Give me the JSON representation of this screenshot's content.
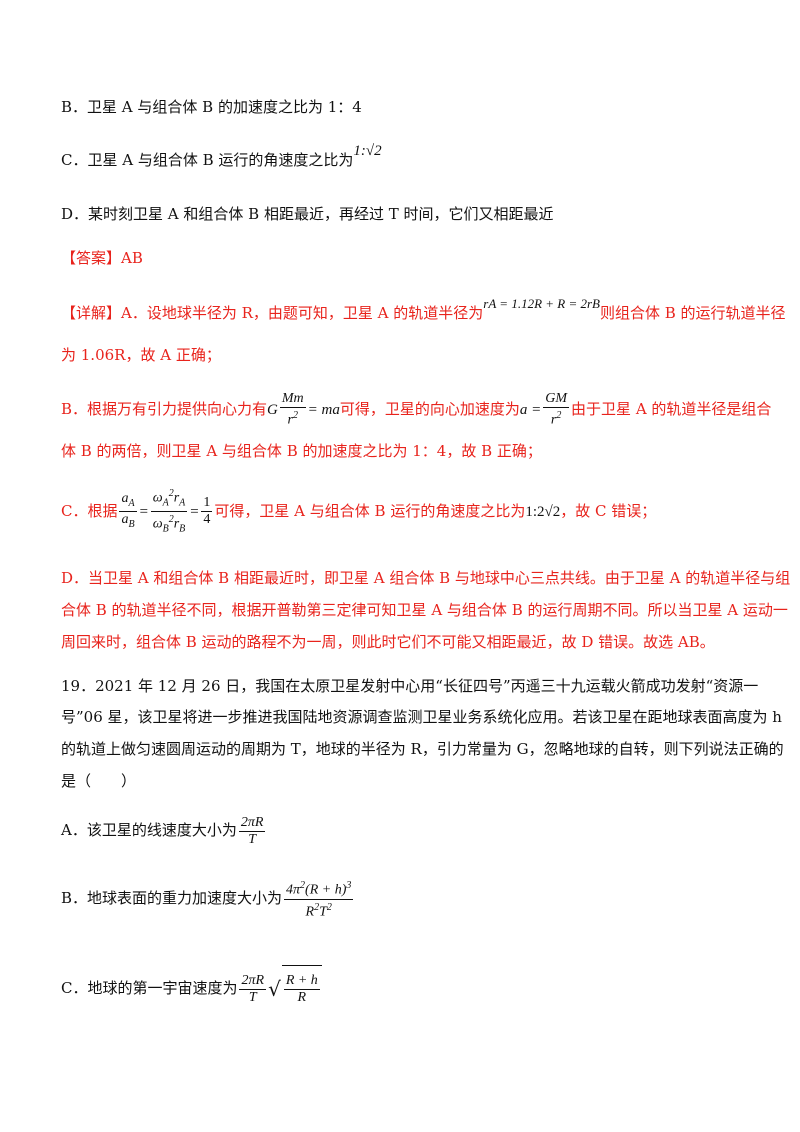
{
  "prev_question": {
    "option_b": "B．卫星 A 与组合体 B 的加速度之比为 1：4",
    "option_c_text": "C．卫星 A 与组合体 B 运行的角速度之比为",
    "option_c_math": "1:√2",
    "option_d": "D．某时刻卫星 A 和组合体 B 相距最近，再经过 T 时间，它们又相距最近"
  },
  "answer": {
    "label": "【答案】",
    "value": "AB"
  },
  "explanation": {
    "label": "【详解】",
    "a_text1": "A．设地球半径为 R，由题可知，卫星 A 的轨道半径为",
    "a_math": "rA = 1.12R + R = 2rB",
    "a_text2": "则组合体 B 的运行轨道半径",
    "a_line2": "为 1.06R，故 A 正确；",
    "b_text1": "B．根据万有引力提供向心力有",
    "b_text2": "可得，卫星的向心加速度为",
    "b_text3": "由于卫星 A 的轨道半径是组合",
    "b_line2": "体 B 的两倍，则卫星 A 与组合体 B 的加速度之比为 1：4，故 B 正确；",
    "c_text1": "C．根据",
    "c_text2": "可得，卫星 A 与组合体 B 运行的角速度之比为",
    "c_ratio": "1:2√2",
    "c_text3": "，故 C 错误；",
    "d_line1": "D．当卫星 A 和组合体 B 相距最近时，即卫星 A 组合体 B 与地球中心三点共线。由于卫星 A 的轨道半径与组",
    "d_line2": "合体 B 的轨道半径不同，根据开普勒第三定律可知卫星 A 与组合体 B 的运行周期不同。所以当卫星 A 运动一",
    "d_line3": "周回来时，组合体 B 运动的路程不为一周，则此时它们不可能又相距最近，故 D 错误。故选 AB。"
  },
  "question_19": {
    "line1": "19．2021 年 12 月 26 日，我国在太原卫星发射中心用“长征四号”丙遥三十九运载火箭成功发射“资源一",
    "line2": "号”06 星，该卫星将进一步推进我国陆地资源调查监测卫星业务系统化应用。若该卫星在距地球表面高度为 h",
    "line3": "的轨道上做匀速圆周运动的周期为 T，地球的半径为 R，引力常量为 G，忽略地球的自转，则下列说法正确的",
    "line4": "是（　　）",
    "option_a_text": "A．该卫星的线速度大小为",
    "option_a_math": "2πR/T",
    "option_b_text": "B．地球表面的重力加速度大小为",
    "option_b_math": "4π²(R+h)³/(R²T²)",
    "option_c_text": "C．地球的第一宇宙速度为",
    "option_c_math": "(2πR/T)√((R+h)/R)"
  }
}
